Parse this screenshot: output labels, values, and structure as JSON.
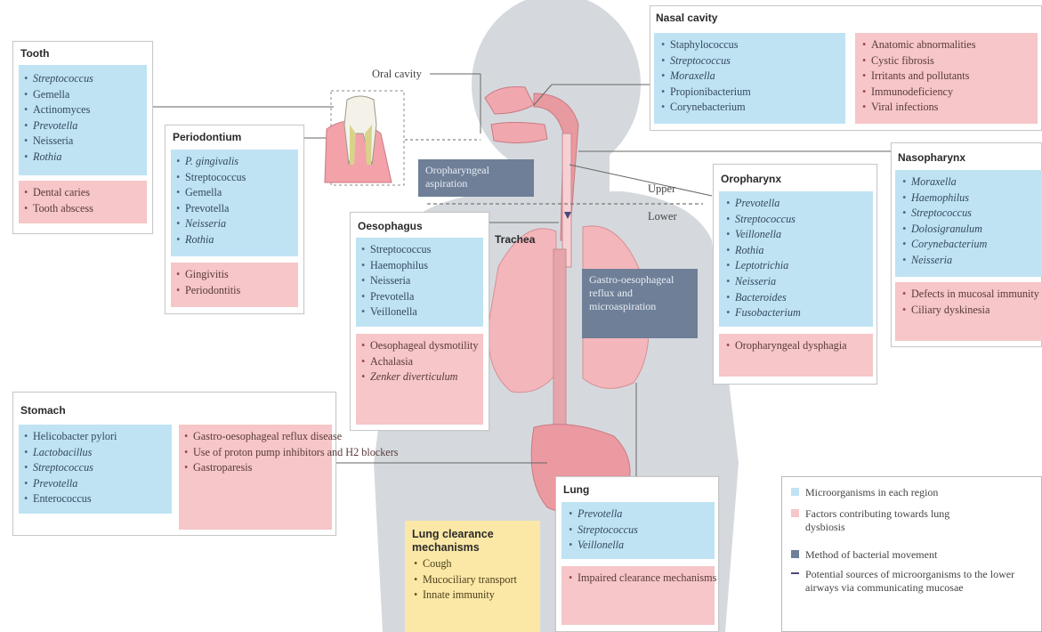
{
  "colors": {
    "microorganisms": "#bfe3f3",
    "factors": "#f6c6c8",
    "clearance": "#fbe8a6",
    "method": "#6e7f97",
    "body": "#d5d9de",
    "lung": "#f3b6ba"
  },
  "labels": {
    "oral_cavity": "Oral cavity",
    "upper": "Upper",
    "lower": "Lower",
    "trachea": "Trachea"
  },
  "callouts": {
    "oropharyngeal_aspiration": "Oropharyngeal aspiration",
    "gastro_reflux": "Gastro-oesophageal reflux and microaspiration"
  },
  "tooth": {
    "title": "Tooth",
    "microbes": [
      "Streptococcus",
      "Gemella",
      "Actinomyces",
      "Prevotella",
      "Neisseria",
      "Rothia"
    ],
    "factors": [
      "Dental caries",
      "Tooth abscess"
    ]
  },
  "periodontium": {
    "title": "Periodontium",
    "microbes": [
      "P. gingivalis",
      "Streptococcus",
      "Gemella",
      "Prevotella",
      "Neisseria",
      "Rothia"
    ],
    "factors": [
      "Gingivitis",
      "Periodontitis"
    ]
  },
  "nasal_cavity": {
    "title": "Nasal cavity",
    "microbes": [
      "Staphylococcus",
      "Streptococcus",
      "Moraxella",
      "Propionibacterium",
      "Corynebacterium"
    ],
    "factors": [
      "Anatomic abnormalities",
      "Cystic fibrosis",
      "Irritants and pollutants",
      "Immunodeficiency",
      "Viral infections"
    ]
  },
  "nasopharynx": {
    "title": "Nasopharynx",
    "microbes": [
      "Moraxella",
      "Haemophilus",
      "Streptococcus",
      "Dolosigranulum",
      "Corynebacterium",
      "Neisseria"
    ],
    "factors": [
      "Defects in mucosal immunity",
      "Ciliary dyskinesia"
    ]
  },
  "oropharynx": {
    "title": "Oropharynx",
    "microbes": [
      "Prevotella",
      "Streptococcus",
      "Veillonella",
      "Rothia",
      "Leptotrichia",
      "Neisseria",
      "Bacteroides",
      "Fusobacterium"
    ],
    "factors": [
      "Oropharyngeal dysphagia"
    ]
  },
  "oesophagus": {
    "title": "Oesophagus",
    "microbes": [
      "Streptococcus",
      "Haemophilus",
      "Neisseria",
      "Prevotella",
      "Veillonella"
    ],
    "factors": [
      "Oesophageal dysmotility",
      "Achalasia",
      "Zenker diverticulum"
    ]
  },
  "stomach": {
    "title": "Stomach",
    "microbes": [
      "Helicobacter pylori",
      "Lactobacillus",
      "Streptococcus",
      "Prevotella",
      "Enterococcus"
    ],
    "factors": [
      "Gastro-oesophageal reflux disease",
      "Use of proton pump inhibitors and H2 blockers",
      "Gastroparesis"
    ]
  },
  "lung": {
    "title": "Lung",
    "microbes": [
      "Prevotella",
      "Streptococcus",
      "Veillonella"
    ],
    "factors": [
      "Impaired clearance mechanisms"
    ]
  },
  "lung_clearance": {
    "title": "Lung clearance mechanisms",
    "items": [
      "Cough",
      "Mucociliary transport",
      "Innate immunity"
    ]
  },
  "legend": {
    "microorganisms": "Microorganisms in each region",
    "factors": "Factors contributing towards lung dysbiosis",
    "method": "Method of bacterial movement",
    "potential": "Potential sources of microorganisms to the lower airways via communicating mucosae"
  }
}
